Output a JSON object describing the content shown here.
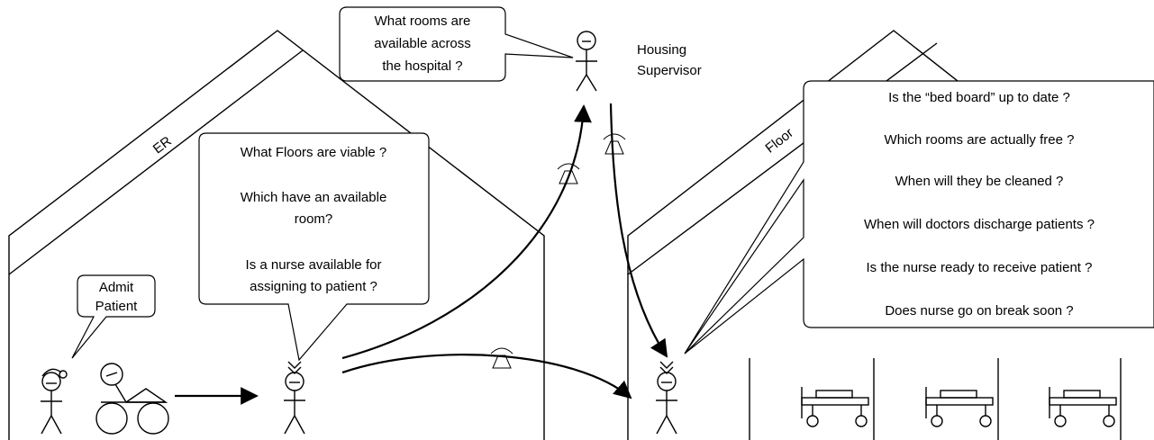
{
  "buildings": {
    "er_label": "ER",
    "floor_label": "Floor"
  },
  "housing_supervisor": {
    "label_line1": "Housing",
    "label_line2": "Supervisor",
    "bubble": [
      "What rooms are",
      "available across",
      "the hospital ?"
    ]
  },
  "er_nurse_bubble": {
    "lines": [
      "What Floors are viable ?",
      "",
      "Which have an available",
      "room?",
      "",
      "Is a nurse available for",
      "assigning to patient ?"
    ]
  },
  "admit_bubble": {
    "lines": [
      "Admit",
      "Patient"
    ]
  },
  "floor_nurse_bubble": {
    "lines": [
      "Is the “bed board” up to date ?",
      "Which rooms are actually free ?",
      "When will they be cleaned ?",
      "When will doctors discharge patients ?",
      "Is the nurse ready to receive patient ?",
      "Does nurse go on break soon ?"
    ]
  }
}
